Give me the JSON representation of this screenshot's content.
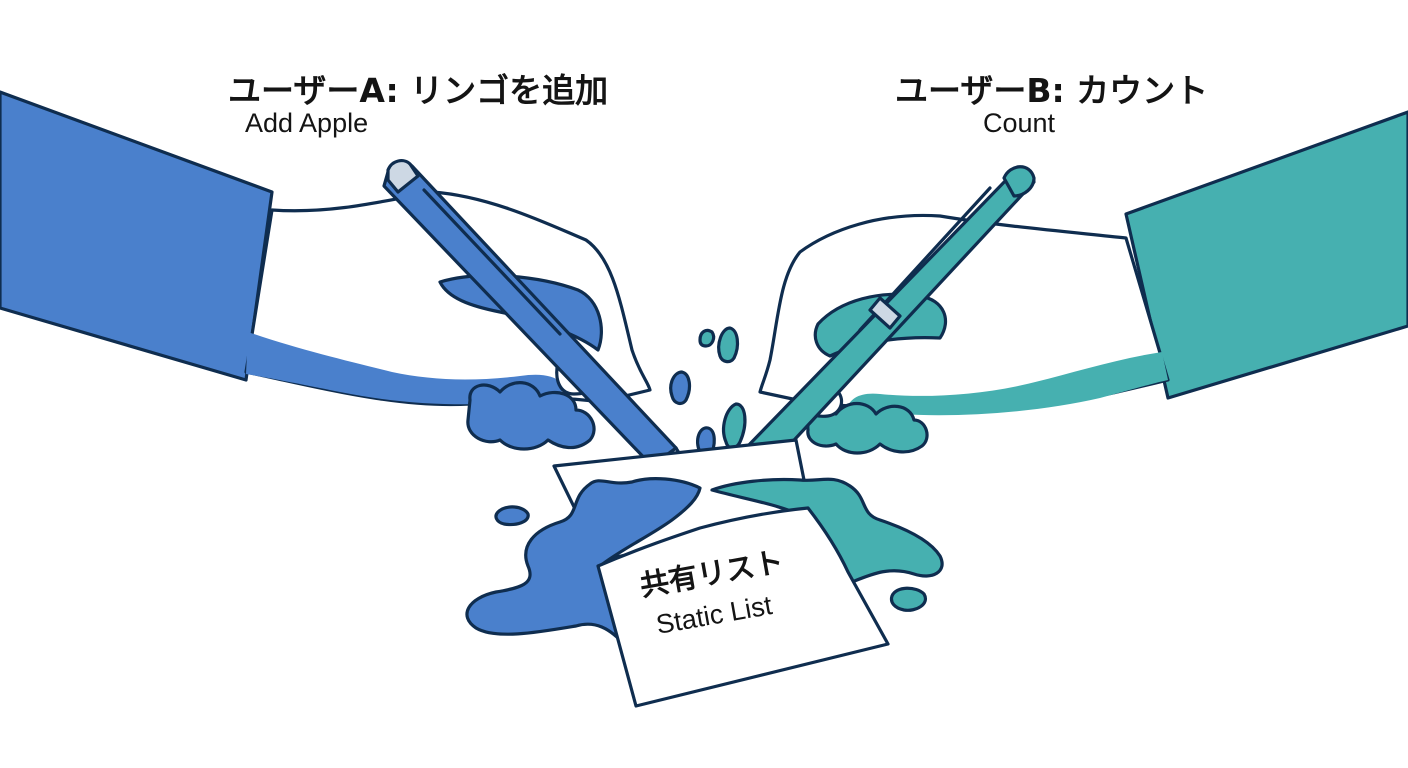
{
  "user_a": {
    "title": "ユーザーA: リンゴを追加",
    "subtitle": "Add Apple",
    "color": "#4a80cc"
  },
  "user_b": {
    "title": "ユーザーB: カウント",
    "subtitle": "Count",
    "color": "#46b0b0"
  },
  "shared_list": {
    "title": "共有リスト",
    "subtitle": "Static List"
  },
  "colors": {
    "outline": "#0f2d4f",
    "background": "#ffffff"
  }
}
